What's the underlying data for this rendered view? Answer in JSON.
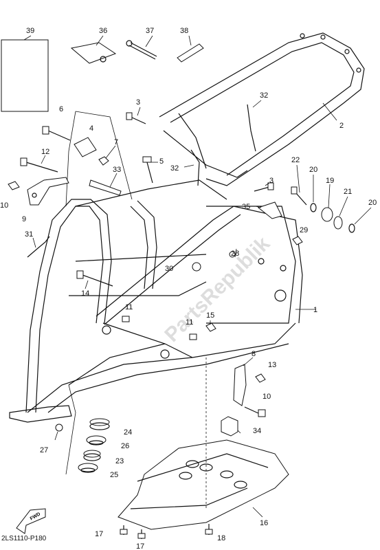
{
  "diagram_code": "2LS1110-P180",
  "watermark_text": "PartsRepublik",
  "fwd_label": "FWD",
  "callouts": {
    "c1": "1",
    "c2": "2",
    "c3a": "3",
    "c3b": "3",
    "c4": "4",
    "c5": "5",
    "c6": "6",
    "c7": "7",
    "c8": "8",
    "c9": "9",
    "c10a": "10",
    "c10b": "10",
    "c11a": "11",
    "c11b": "11",
    "c12": "12",
    "c13": "13",
    "c14": "14",
    "c15": "15",
    "c16": "16",
    "c17a": "17",
    "c17b": "17",
    "c18": "18",
    "c19": "19",
    "c20a": "20",
    "c20b": "20",
    "c21": "21",
    "c22": "22",
    "c23": "23",
    "c24": "24",
    "c25": "25",
    "c26": "26",
    "c27": "27",
    "c28": "28",
    "c29": "29",
    "c30": "30",
    "c31": "31",
    "c32a": "32",
    "c32b": "32",
    "c33": "33",
    "c34": "34",
    "c35": "35",
    "c36": "36",
    "c37": "37",
    "c38": "38",
    "c39": "39"
  }
}
